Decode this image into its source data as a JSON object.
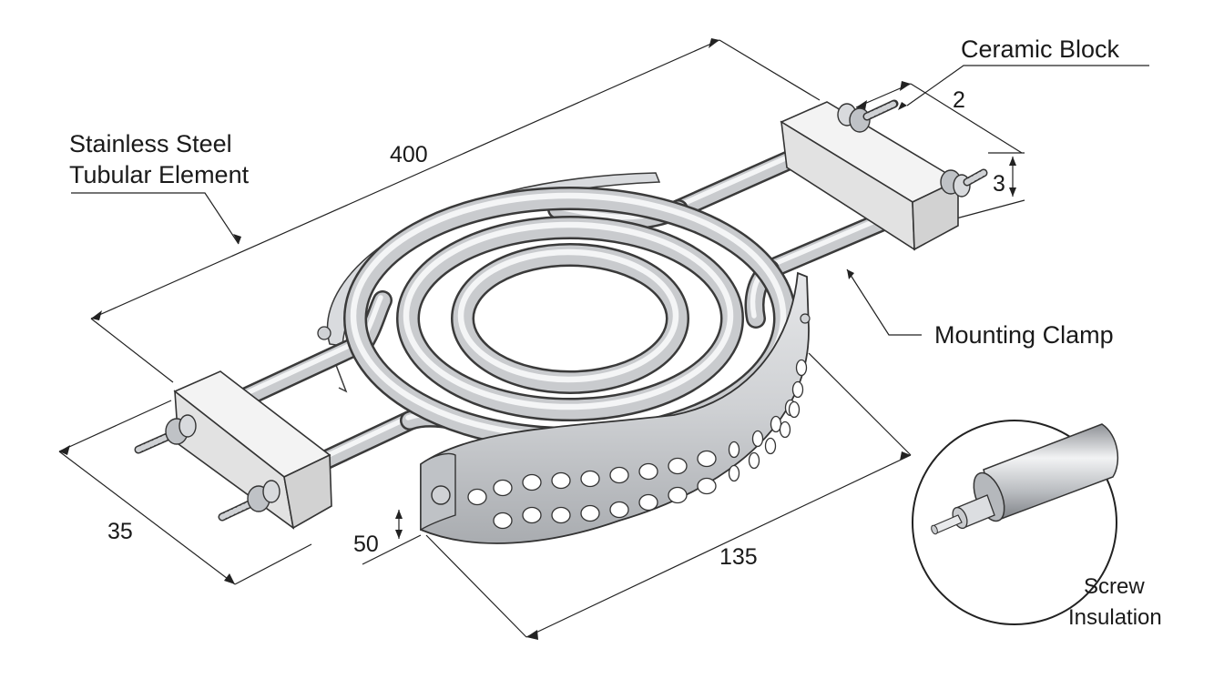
{
  "labels": {
    "ceramic_block": "Ceramic Block",
    "tubular_element_line1": "Stainless Steel",
    "tubular_element_line2": "Tubular Element",
    "mounting_clamp": "Mounting Clamp",
    "screw_insulation_line1": "Screw",
    "screw_insulation_line2": "Insulation"
  },
  "dimensions": {
    "length": "400",
    "block_gap": "2",
    "block_height": "3",
    "block_width": "35",
    "clamp_height": "50",
    "clamp_length": "135"
  },
  "colors": {
    "line": "#222222",
    "steel_dark": "#3a3a3a",
    "steel_mid": "#c9cbce",
    "steel_light": "#f4f5f6",
    "ceramic": "#ececec"
  }
}
